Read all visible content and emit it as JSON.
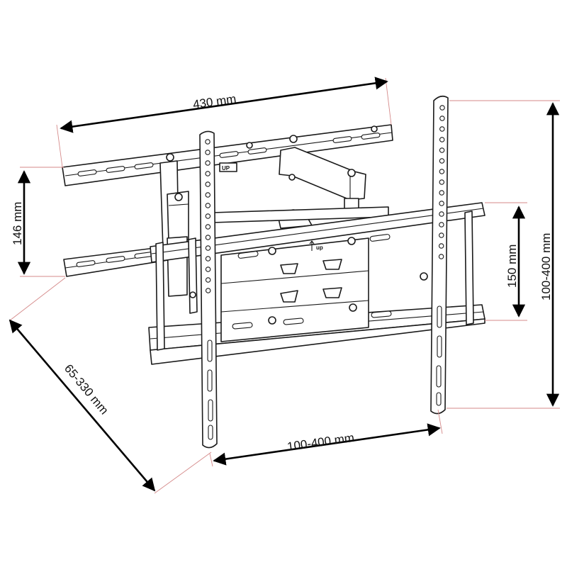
{
  "colors": {
    "line": "#1a1a1a",
    "dimension_arrow": "#000000",
    "extension_line": "#d58a8a",
    "background": "#ffffff"
  },
  "labels": {
    "wall_plate_width": "430 mm",
    "wall_plate_height": "146 mm",
    "extension_range": "65-330 mm",
    "vesa_horizontal": "100-400 mm",
    "vesa_vertical": "100-400 mm",
    "rail_spacing": "150 mm",
    "up_mark_bracket": "UP",
    "up_mark_rail": "up"
  }
}
